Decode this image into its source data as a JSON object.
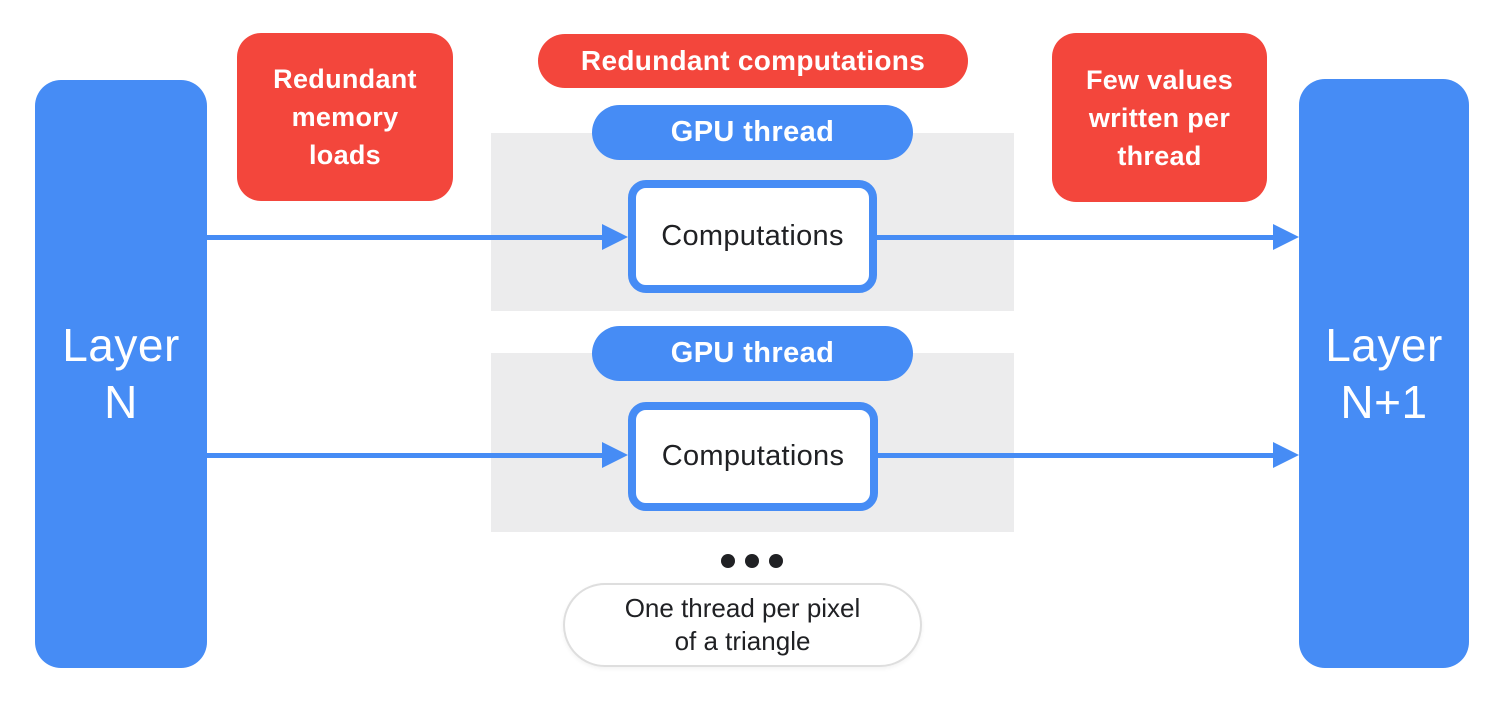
{
  "colors": {
    "blue": "#468CF5",
    "red": "#F3463C",
    "panel_gray": "#ECECED",
    "dark_text": "#202124",
    "caption_border": "#DEDEDE"
  },
  "layers": {
    "left_label": "Layer\nN",
    "right_label": "Layer\nN+1"
  },
  "annotations": {
    "left": "Redundant\nmemory\nloads",
    "center": "Redundant computations",
    "right": "Few values\nwritten per\nthread"
  },
  "threads": [
    {
      "pill_label": "GPU thread",
      "box_label": "Computations"
    },
    {
      "pill_label": "GPU thread",
      "box_label": "Computations"
    }
  ],
  "ellipsis": {
    "dot_count": 3
  },
  "caption": "One thread per pixel\nof a triangle"
}
